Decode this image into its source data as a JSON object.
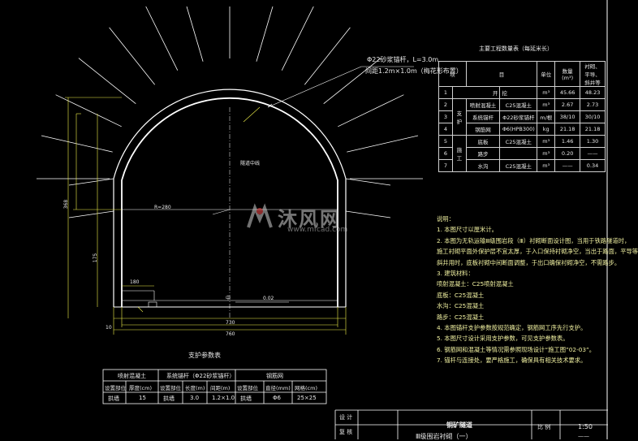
{
  "quantities_table": {
    "title": "主要工程数量表（每延米长）",
    "header": [
      "项",
      "目",
      "单位",
      "数量(m³)",
      "衬砌、平导、斜井等"
    ],
    "rows": [
      {
        "no": "1",
        "name": "开",
        "spec": "挖",
        "unit": "m³",
        "v1": "45.66",
        "v2": "48.23"
      },
      {
        "no": "2",
        "name": "喷射混凝土",
        "spec": "C25混凝土",
        "unit": "m³",
        "v1": "2.67",
        "v2": "2.73"
      },
      {
        "no": "3",
        "name": "系统锚杆",
        "spec": "Φ22砂浆锚杆",
        "unit": "m/根",
        "v1": "38/10",
        "v2": "30/10"
      },
      {
        "no": "4",
        "name": "钢筋网",
        "spec": "Φ6(HPB300)",
        "unit": "kg",
        "v1": "21.18",
        "v2": "21.18"
      },
      {
        "no": "5",
        "name": "底板",
        "spec": "C25混凝土",
        "unit": "m³",
        "v1": "1.46",
        "v2": "1.30"
      },
      {
        "no": "6",
        "name": "路步",
        "spec": "",
        "unit": "m³",
        "v1": "0.20",
        "v2": "——"
      },
      {
        "no": "7",
        "name": "水沟",
        "spec": "C25混凝土",
        "unit": "m³",
        "v1": "——",
        "v2": "0.34"
      }
    ],
    "side_labels": {
      "support": "支护",
      "construction": "施工"
    }
  },
  "notes": {
    "heading": "说明：",
    "items": [
      "1. 本图尺寸以厘米计。",
      "2. 本图为无轨运输Ⅲ级围岩段（Ⅲ）衬砌断面设计图，当用于铁路隧道时，",
      "   施工衬砌平面外保护层不宜太厚，于入口保持衬砌净空，当出于路面，平导等",
      "   斜井用时，底板衬砌中间断面调整，于出口确保衬砌净空，不需路步。",
      "3. 建筑材料：",
      "   喷射混凝土：C25喷射混凝土",
      "   底板：C25混凝土",
      "   水沟：C25混凝土",
      "   路步：C25混凝土",
      "4. 本图锚杆支护参数按规范确定，钢筋网工序先行支护。",
      "5. 本图尺寸设计采用支护参数，可见支护参数表。",
      "6. 钢筋网和混凝土等情况需参照现场设计“施工图”02-03”。",
      "7. 锚杆与连接处，要严格施工，确保具有相关技术要求。"
    ]
  },
  "support_table": {
    "title": "支护参数表",
    "groups": [
      "喷射混凝土",
      "系统锚杆（Φ22砂浆锚杆）",
      "钢筋网"
    ],
    "subheaders": [
      "设置部位",
      "厚度(cm)",
      "设置部位",
      "长度(m)",
      "间距(m)",
      "设置部位",
      "直径(mm)",
      "网格(cm)"
    ],
    "row": [
      "拱墙",
      "15",
      "拱墙",
      "3.0",
      "1.2×1.0",
      "拱墙",
      "Φ6",
      "25×25"
    ]
  },
  "title_block": {
    "design": "设 计",
    "review": "复 核",
    "project": "铜矿隧道",
    "drawing": "Ⅲ级围岩衬砌（一）",
    "ratio_label": "比 例",
    "ratio": "1:50",
    "sheet": "——"
  },
  "annotations": {
    "bolt_note": "Φ22砂浆锚杆，L=3.0m",
    "bolt_spacing": "间距1.2m×1.0m（梅花形布置）",
    "radius": "R=280",
    "center_label": "隧道中线",
    "centerline_mark": "中",
    "dim_height": "368",
    "dim_wall": "175",
    "dim_half": "180",
    "dim_floor": "0.02",
    "dim_width1": "730",
    "dim_width2": "760",
    "dim_small": "10"
  },
  "watermark": {
    "brand": "沐风网",
    "url": "www.mfcad.com"
  },
  "colors": {
    "background": "#000000",
    "lining": "#ffffff",
    "bolt": "#ffffff",
    "dimension": "#f2f24a",
    "text": "#e8e8e8"
  }
}
